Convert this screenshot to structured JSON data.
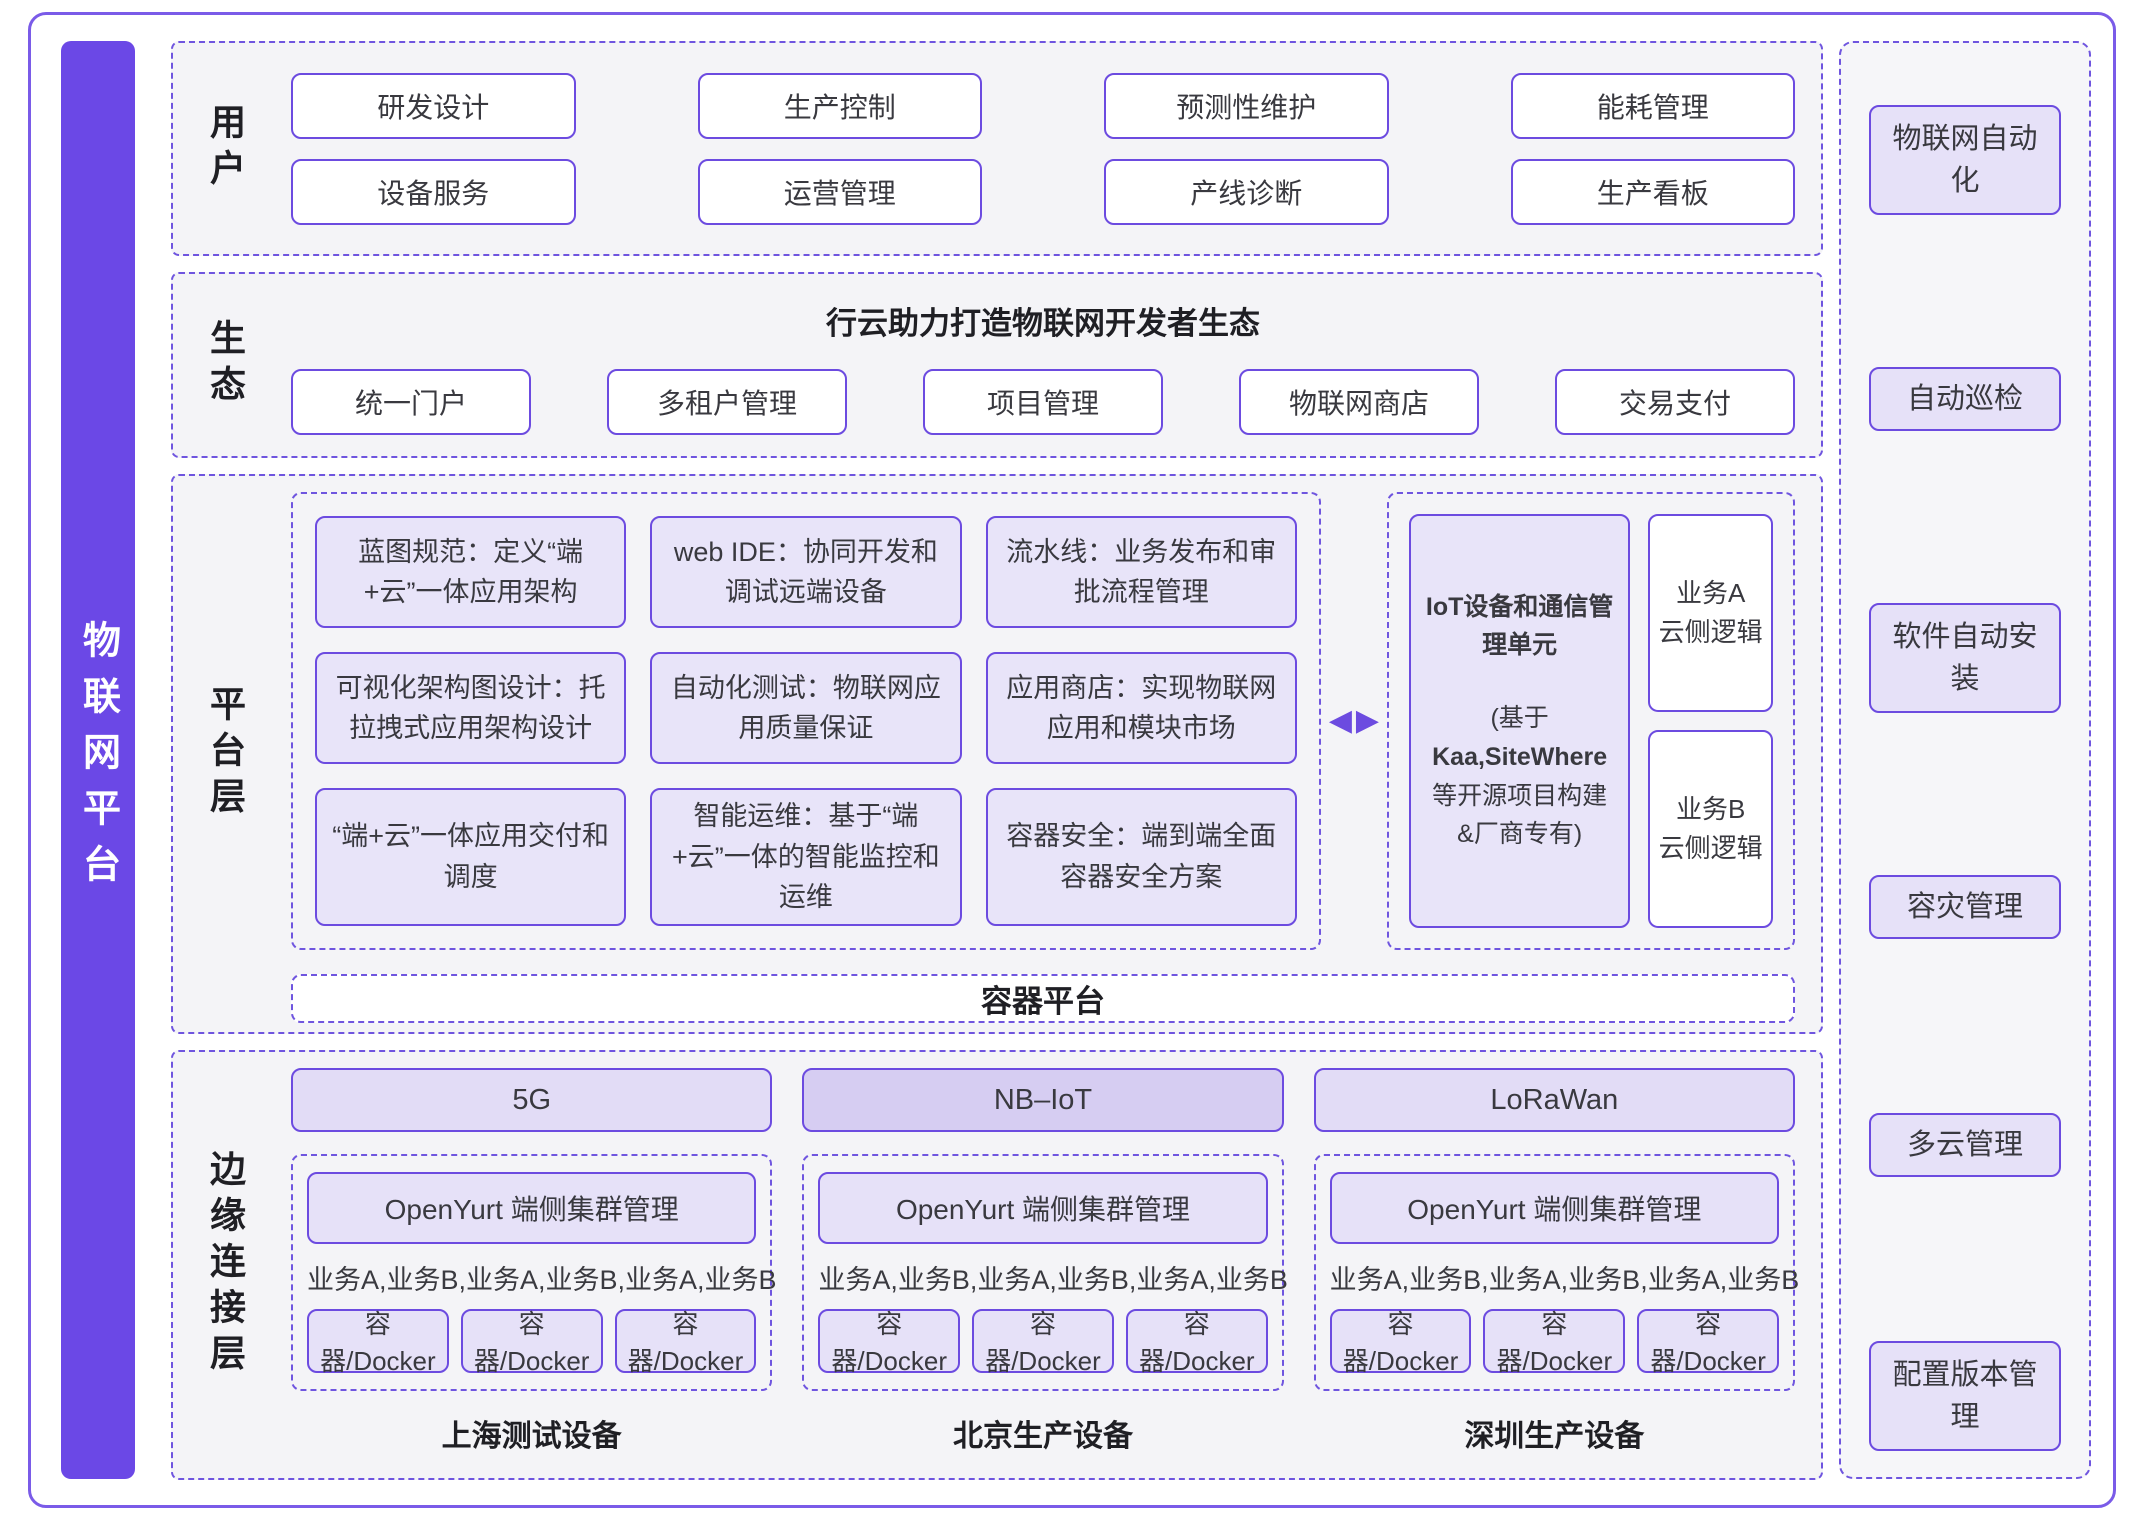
{
  "colors": {
    "accent_purple": "#6C4BE0",
    "sidebar_purple": "#6B48E6",
    "dashed_border": "#6F55DF",
    "lavender_fill": "#E8E4F9",
    "lavender_dark_fill": "#D6CDF2",
    "section_bg": "#F4F4F7"
  },
  "sidebar": {
    "title": "物联网平台"
  },
  "users": {
    "label": "用户",
    "boxes": [
      "研发设计",
      "生产控制",
      "预测性维护",
      "能耗管理",
      "设备服务",
      "运营管理",
      "产线诊断",
      "生产看板"
    ]
  },
  "ecosystem": {
    "label": "生态",
    "title": "行云助力打造物联网开发者生态",
    "boxes": [
      "统一门户",
      "多租户管理",
      "项目管理",
      "物联网商店",
      "交易支付"
    ]
  },
  "platform": {
    "label": "平台层",
    "capabilities": [
      "蓝图规范：定义“端+云”一体应用架构",
      "web IDE：协同开发和调试远端设备",
      "流水线：业务发布和审批流程管理",
      "可视化架构图设计：托拉拽式应用架构设计",
      "自动化测试：物联网应用质量保证",
      "应用商店：实现物联网应用和模块市场",
      "“端+云”一体应用交付和调度",
      "智能运维：基于“端+云”一体的智能监控和运维",
      "容器安全：端到端全面容器安全方案"
    ],
    "arrows": {
      "left": "◀",
      "right": "▶"
    },
    "iot_unit": {
      "title": "IoT设备和通信管理单元",
      "sub1": "(基于",
      "sub2": "Kaa,SiteWhere",
      "sub3": "等开源项目构建",
      "sub4": "&厂商专有)"
    },
    "business_a": {
      "line1": "业务A",
      "line2": "云侧逻辑"
    },
    "business_b": {
      "line1": "业务B",
      "line2": "云侧逻辑"
    },
    "container_platform": "容器平台"
  },
  "edge": {
    "label": "边缘连接层",
    "cluster_label": "OpenYurt 端侧集群管理",
    "services": "业务A,业务B,业务A,业务B,业务A,业务B",
    "docker_label": "容器/Docker",
    "columns": [
      {
        "network": "5G",
        "device": "上海测试设备"
      },
      {
        "network": "NB–IoT",
        "device": "北京生产设备"
      },
      {
        "network": "LoRaWan",
        "device": "深圳生产设备"
      }
    ]
  },
  "right_panel": {
    "items": [
      "物联网自动化",
      "自动巡检",
      "软件自动安装",
      "容灾管理",
      "多云管理",
      "配置版本管理"
    ]
  }
}
